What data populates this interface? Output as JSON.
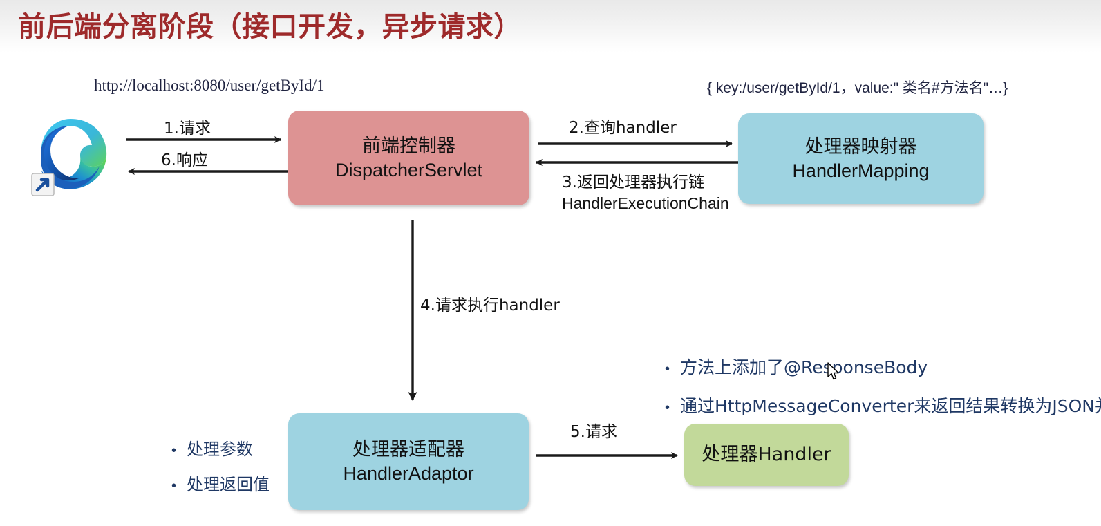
{
  "slide": {
    "title": "前后端分离阶段（接口开发，异步请求）",
    "title_color": "#9e2a2b",
    "background": "#ffffff"
  },
  "annotations": {
    "request_url": "http://localhost:8080/user/getById/1",
    "mapping_entry": "{ key:/user/getById/1，value:\" 类名#方法名\"…}"
  },
  "nodes": [
    {
      "id": "browser",
      "icon": "edge-browser-icon",
      "label": ""
    },
    {
      "id": "dispatcher",
      "cn": "前端控制器",
      "en": "DispatcherServlet",
      "color": "#dd9393"
    },
    {
      "id": "handler-mapping",
      "cn": "处理器映射器",
      "en": "HandlerMapping",
      "color": "#9ed3e1"
    },
    {
      "id": "handler-adaptor",
      "cn": "处理器适配器",
      "en": "HandlerAdaptor",
      "color": "#9ed3e1"
    },
    {
      "id": "handler",
      "cn": "处理器Handler",
      "en": "",
      "color": "#c2d99a"
    }
  ],
  "arrows": [
    {
      "id": "a1",
      "label": "1.请求",
      "from": "browser",
      "to": "dispatcher",
      "direction": "right"
    },
    {
      "id": "a6",
      "label": "6.响应",
      "from": "dispatcher",
      "to": "browser",
      "direction": "left"
    },
    {
      "id": "a2",
      "label": "2.查询handler",
      "from": "dispatcher",
      "to": "handler-mapping",
      "direction": "right"
    },
    {
      "id": "a3",
      "label": "3.返回处理器执行链",
      "label2": "HandlerExecutionChain",
      "from": "handler-mapping",
      "to": "dispatcher",
      "direction": "left"
    },
    {
      "id": "a4",
      "label": "4.请求执行handler",
      "from": "dispatcher",
      "to": "handler-adaptor",
      "direction": "down"
    },
    {
      "id": "a5",
      "label": "5.请求",
      "from": "handler-adaptor",
      "to": "handler",
      "direction": "right"
    }
  ],
  "bullets_left": [
    "处理参数",
    "处理返回值"
  ],
  "bullets_right": [
    "方法上添加了@ResponseBody",
    "通过HttpMessageConverter来返回结果转换为JSON并响应"
  ],
  "bullet_color": "#1f3864"
}
